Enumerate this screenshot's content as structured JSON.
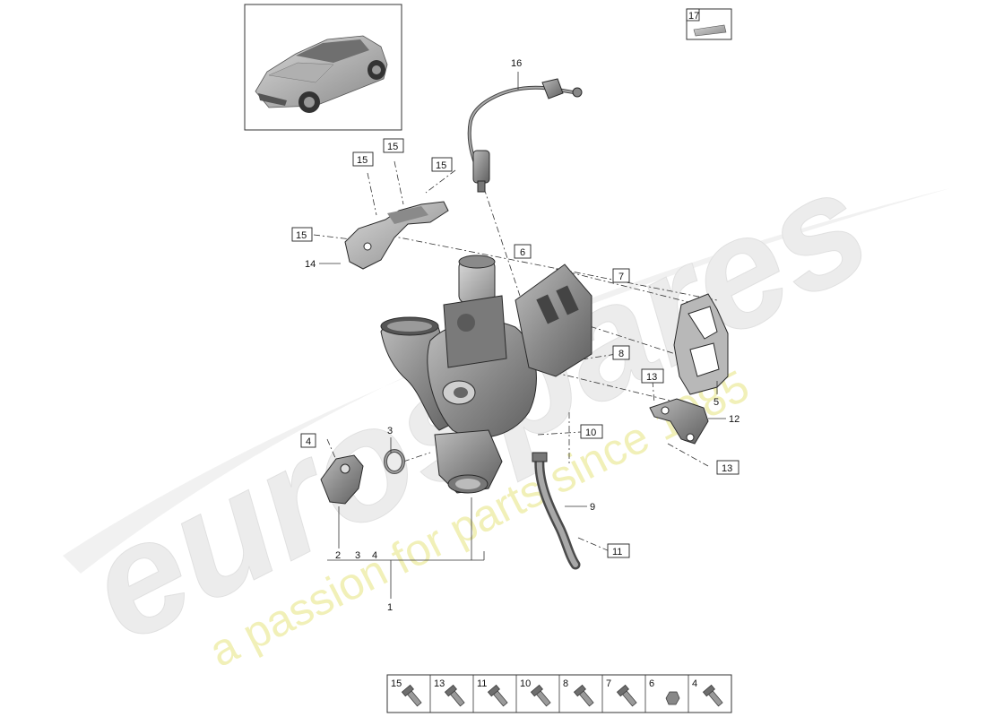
{
  "diagram": {
    "callouts": {
      "c1": "1",
      "c2": "2",
      "c3a": "3",
      "c3b": "3",
      "c4a": "4",
      "c4b": "4",
      "c5": "5",
      "c6": "6",
      "c7": "7",
      "c8": "8",
      "c9": "9",
      "c10": "10",
      "c11": "11",
      "c12": "12",
      "c13a": "13",
      "c13b": "13",
      "c14": "14",
      "c15a": "15",
      "c15b": "15",
      "c15c": "15",
      "c15d": "15",
      "c16": "16",
      "c17": "17"
    },
    "hardware_legend": [
      "15",
      "13",
      "11",
      "10",
      "8",
      "7",
      "6",
      "4"
    ],
    "watermark": {
      "brand": "eurospares",
      "tagline": "a passion for parts since 1985"
    },
    "colors": {
      "part_fill": "#9a9a9a",
      "part_dark": "#6e6e6e",
      "watermark_gray": "#e8e8e8",
      "watermark_yellow": "#f1f0b8"
    }
  }
}
